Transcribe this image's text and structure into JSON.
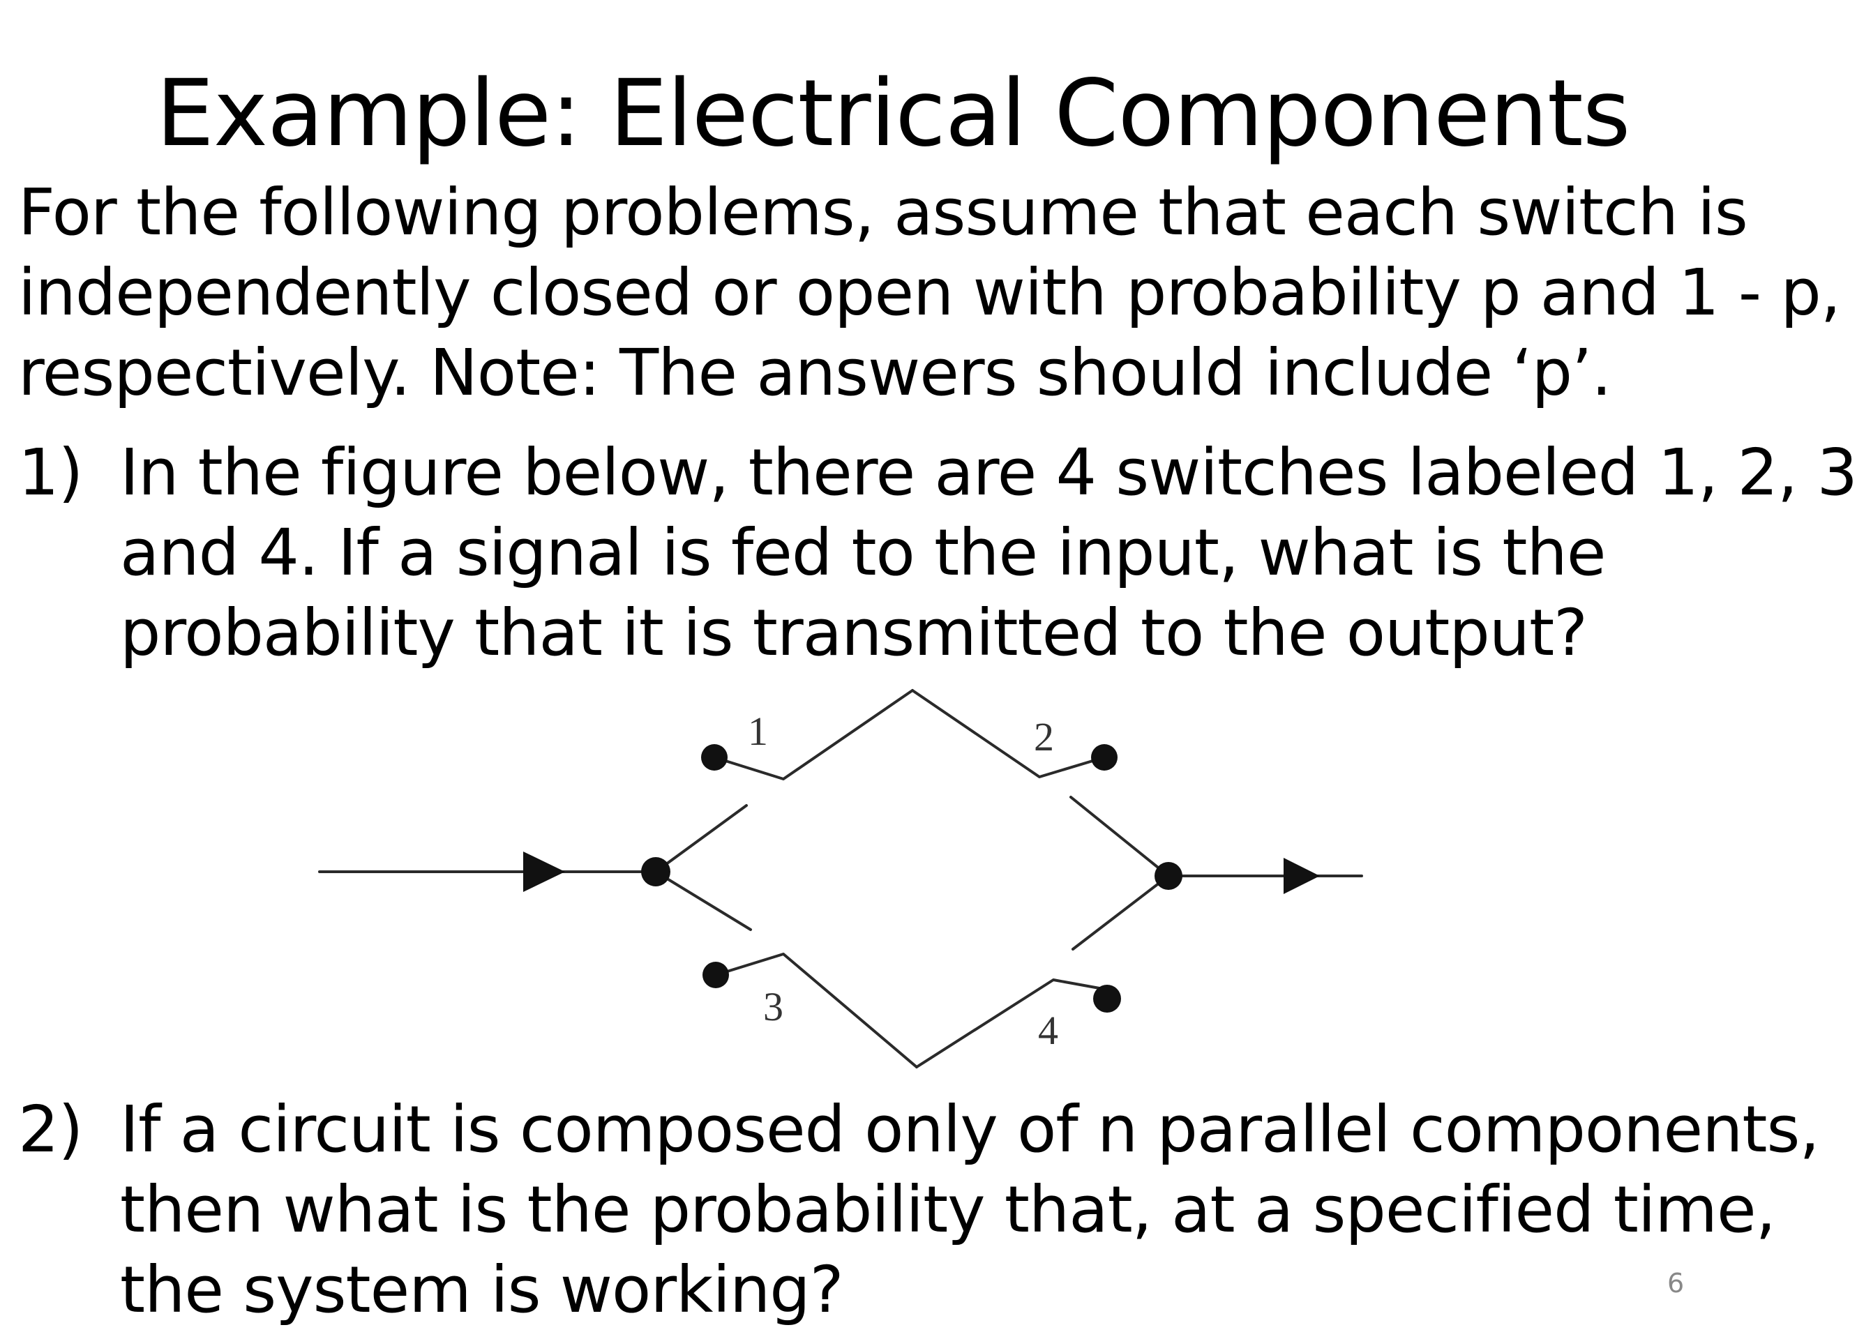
{
  "slide": {
    "title": "Example: Electrical Components",
    "intro_lines": [
      "For the following problems, assume that each switch is",
      "independently closed or open with probability p and 1 - p,",
      "respectively. Note: The answers should include ‘p’."
    ],
    "questions": [
      {
        "number": "1)",
        "lines": [
          "In the figure below, there are 4 switches labeled 1, 2, 3",
          "and 4. If a signal is fed to the input, what is the",
          "probability that it is transmitted to the output?"
        ]
      },
      {
        "number": "2)",
        "lines": [
          "If a circuit is composed only of n parallel components,",
          "then what is the probability that, at a specified time,",
          "the system is working?"
        ]
      }
    ],
    "circuit_diagram": {
      "switch_labels": [
        "1",
        "2",
        "3",
        "4"
      ]
    },
    "slide_number": "6"
  }
}
